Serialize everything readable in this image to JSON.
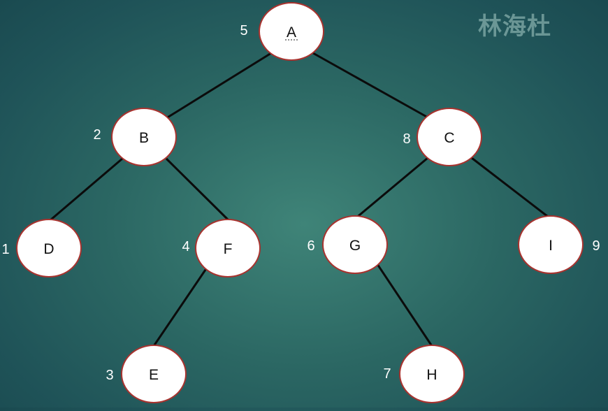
{
  "watermark": "林海杜",
  "colors": {
    "node_fill": "#ffffff",
    "node_border": "#a8332f",
    "edge": "#0b0b0b",
    "order_text": "#ffffff",
    "background": "#2b6763"
  },
  "nodes": [
    {
      "id": "A",
      "label": "A",
      "order": "5"
    },
    {
      "id": "B",
      "label": "B",
      "order": "2"
    },
    {
      "id": "C",
      "label": "C",
      "order": "8"
    },
    {
      "id": "D",
      "label": "D",
      "order": "1"
    },
    {
      "id": "F",
      "label": "F",
      "order": "4"
    },
    {
      "id": "G",
      "label": "G",
      "order": "6"
    },
    {
      "id": "I",
      "label": "I",
      "order": "9"
    },
    {
      "id": "E",
      "label": "E",
      "order": "3"
    },
    {
      "id": "H",
      "label": "H",
      "order": "7"
    }
  ],
  "edges": [
    {
      "from": "A",
      "to": "B"
    },
    {
      "from": "A",
      "to": "C"
    },
    {
      "from": "B",
      "to": "D"
    },
    {
      "from": "B",
      "to": "F"
    },
    {
      "from": "F",
      "to": "E"
    },
    {
      "from": "C",
      "to": "G"
    },
    {
      "from": "C",
      "to": "I"
    },
    {
      "from": "G",
      "to": "H"
    }
  ]
}
